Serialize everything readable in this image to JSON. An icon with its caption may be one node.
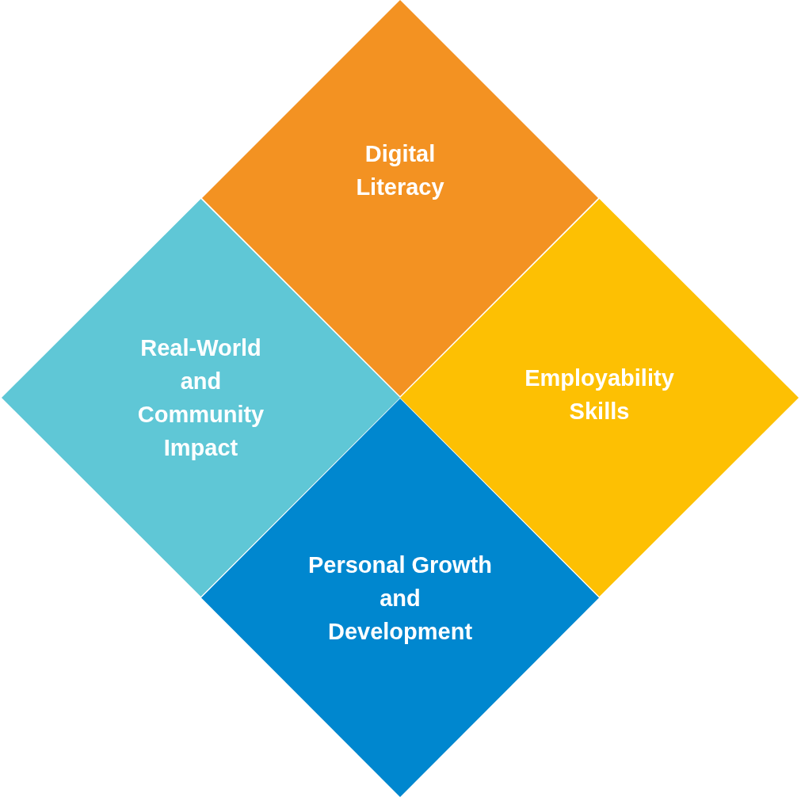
{
  "diagram": {
    "nodes": [
      {
        "text": [
          "Digital Literacy"
        ]
      },
      {
        "text": [
          "Real-World and Community Impact"
        ]
      },
      {
        "text": [
          "Employability Skills"
        ]
      },
      {
        "text": [
          "Personal Growth and Development"
        ]
      }
    ]
  }
}
